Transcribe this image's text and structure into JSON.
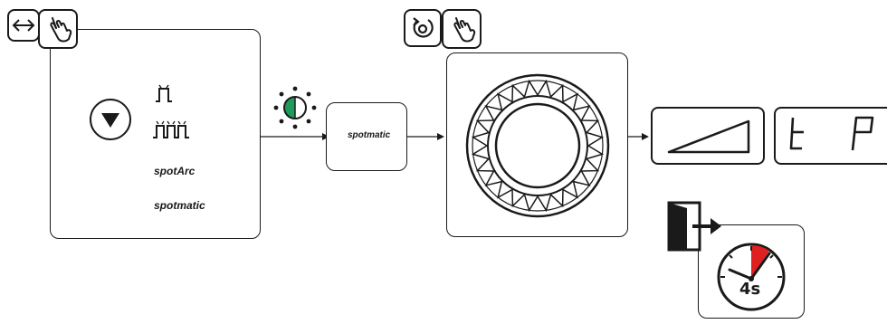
{
  "menu": {
    "items": [
      {
        "icon": "spot-single-icon",
        "label": ""
      },
      {
        "icon": "spot-interval-icon",
        "label": ""
      },
      {
        "icon": "",
        "label": "spotArc"
      },
      {
        "icon": "",
        "label": "spotmatic"
      }
    ],
    "nav_icon": "arrow-down-button"
  },
  "indicator": {
    "icon": "signal-light-icon",
    "state": "half-lit",
    "color": "#1e9b5b"
  },
  "selected": {
    "label": "spotmatic"
  },
  "control": {
    "icon": "rotary-knob-icon"
  },
  "ramp": {
    "icon": "ramp-icon"
  },
  "display": {
    "segment_text": "t P",
    "text_left": "t",
    "text_right": "P"
  },
  "timer": {
    "label": "4s",
    "icon": "stopwatch-icon",
    "exit_icon": "exit-door-icon",
    "accent": "#e02020"
  },
  "tabs": {
    "left": {
      "icons": [
        "switch-arrows-icon",
        "hand-press-icon"
      ]
    },
    "right": {
      "icons": [
        "rotate-icon",
        "hand-press-icon"
      ]
    }
  }
}
